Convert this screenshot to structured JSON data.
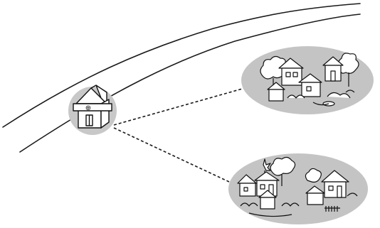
{
  "diagram": {
    "road": {
      "color": "#1a1a1a"
    },
    "health_post": {
      "icon": "health-post-cross-icon",
      "cross_symbol": "⊕",
      "circle_color": "#c8c8c8"
    },
    "links": {
      "style": "dashed",
      "color": "#1a1a1a"
    },
    "villages": [
      {
        "name": "village-upper",
        "ellipse_color": "#c4c4c4"
      },
      {
        "name": "village-lower",
        "ellipse_color": "#c4c4c4"
      }
    ]
  }
}
